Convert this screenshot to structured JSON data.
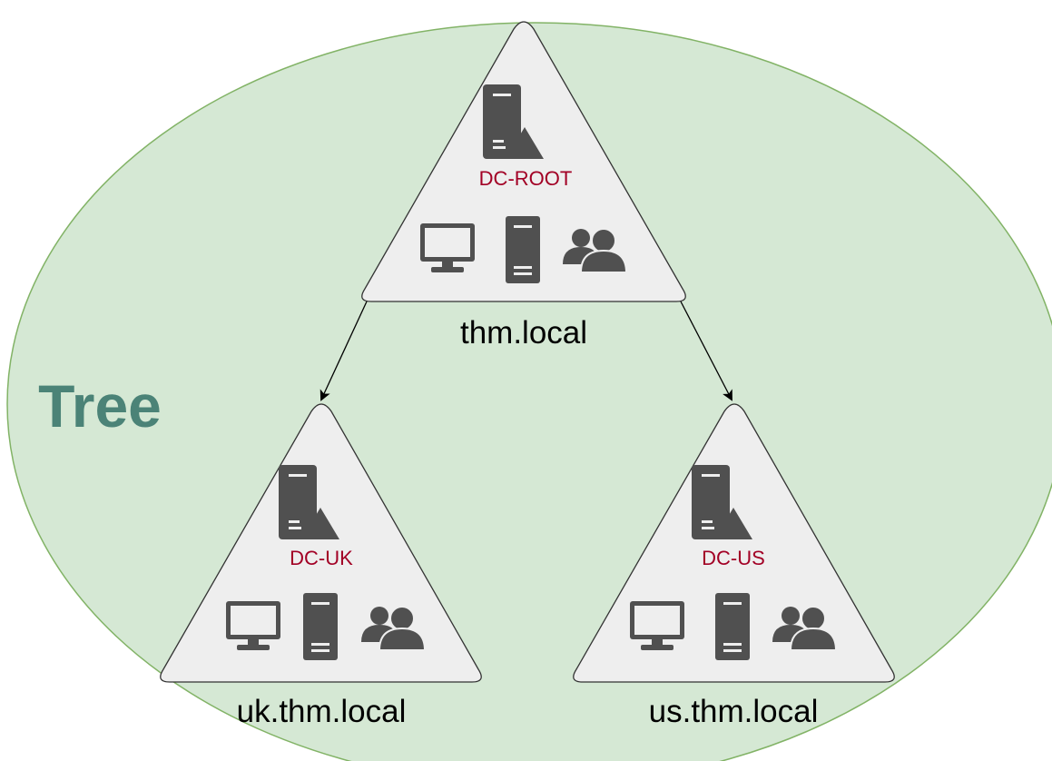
{
  "colors": {
    "tree_fill": "#d5e8d4",
    "tree_stroke": "#82b366",
    "tree_label": "#4b8377",
    "domain_fill": "#eeeeee",
    "domain_stroke": "#333333",
    "icon": "#505050",
    "dc_label": "#a20025",
    "domain_label": "#000000",
    "edge": "#000000"
  },
  "tree": {
    "label": "Tree"
  },
  "domains": {
    "root": {
      "name": "thm.local",
      "dc": "DC-ROOT",
      "icons": [
        "domain-controller-icon",
        "workstation-icon",
        "server-icon",
        "users-icon"
      ]
    },
    "uk": {
      "name": "uk.thm.local",
      "dc": "DC-UK",
      "icons": [
        "domain-controller-icon",
        "workstation-icon",
        "server-icon",
        "users-icon"
      ]
    },
    "us": {
      "name": "us.thm.local",
      "dc": "DC-US",
      "icons": [
        "domain-controller-icon",
        "workstation-icon",
        "server-icon",
        "users-icon"
      ]
    }
  },
  "edges": [
    {
      "from": "root",
      "to": "uk"
    },
    {
      "from": "root",
      "to": "us"
    }
  ]
}
